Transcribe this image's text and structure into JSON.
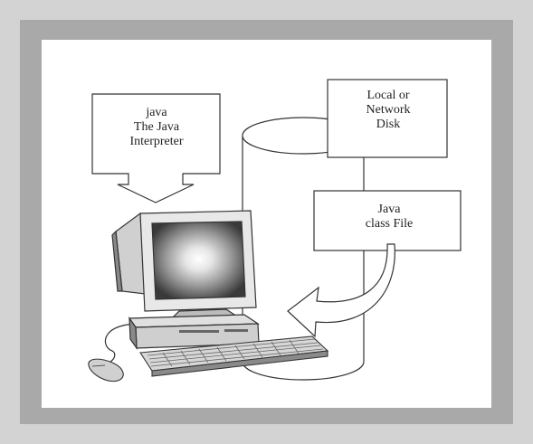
{
  "colors": {
    "outer_frame": "#d3d3d3",
    "inner_frame": "#a9a9a9",
    "canvas": "#ffffff",
    "line": "#333333"
  },
  "icons": [
    "computer-monitor-icon",
    "system-unit-icon",
    "keyboard-icon",
    "mouse-icon",
    "disk-cylinder-icon"
  ],
  "interpreter_box": {
    "line1": "java",
    "line2": "The Java",
    "line3": "Interpreter"
  },
  "disk_box": {
    "line1": "Local or",
    "line2": "Network",
    "line3": "Disk"
  },
  "class_box": {
    "line1": "Java",
    "line2": "class File"
  }
}
